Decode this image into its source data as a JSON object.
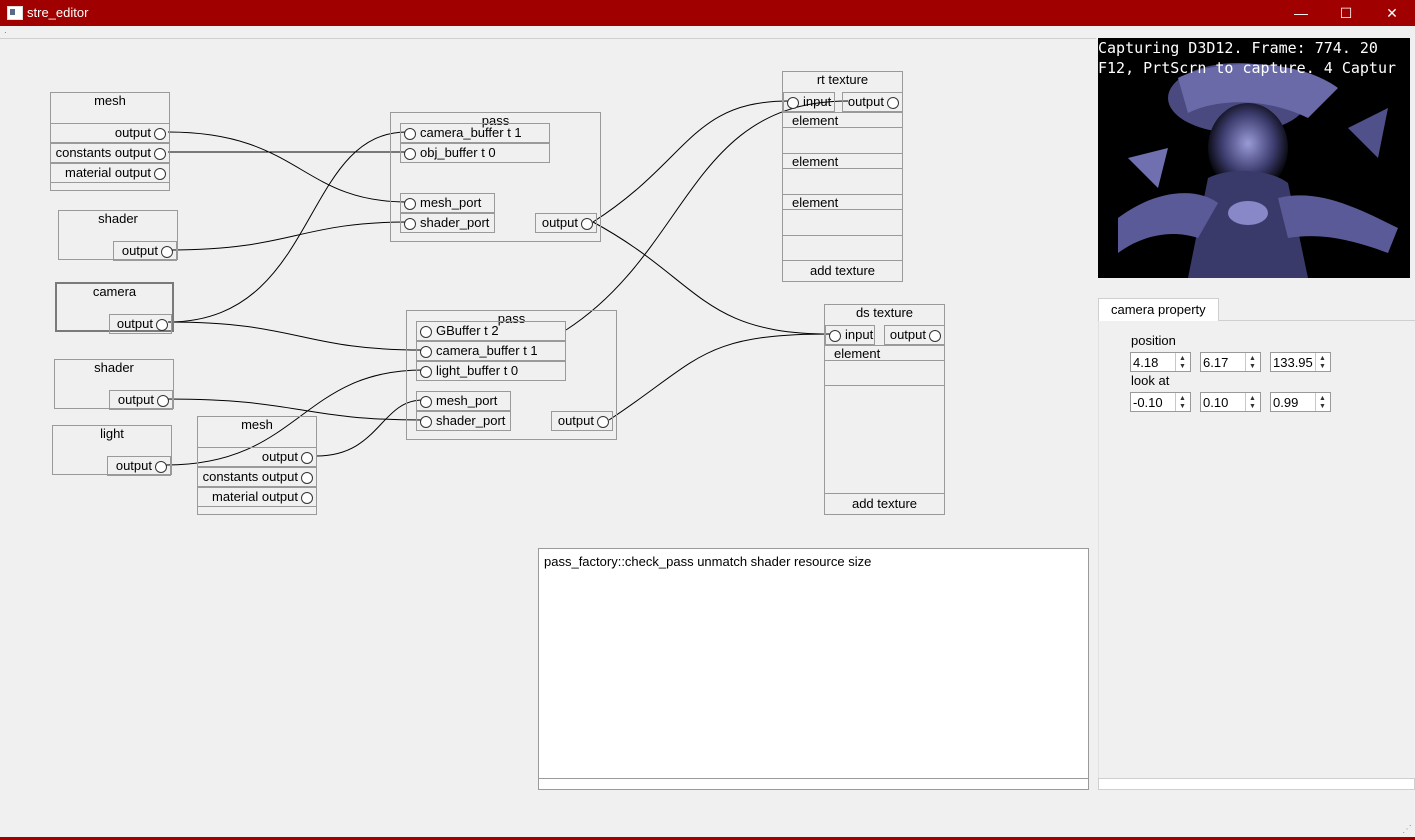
{
  "window": {
    "title": "stre_editor",
    "minimize": "—",
    "maximize": "☐",
    "close": "✕"
  },
  "nodes": {
    "mesh1": {
      "title": "mesh",
      "outputs": [
        "output",
        "constants output",
        "material output"
      ]
    },
    "shader1": {
      "title": "shader",
      "output": "output"
    },
    "camera": {
      "title": "camera",
      "output": "output"
    },
    "shader2": {
      "title": "shader",
      "output": "output"
    },
    "light": {
      "title": "light",
      "output": "output"
    },
    "mesh2": {
      "title": "mesh",
      "outputs": [
        "output",
        "constants output",
        "material output"
      ]
    },
    "pass1": {
      "title": "pass",
      "inputs": [
        "camera_buffer t 1",
        "obj_buffer t 0"
      ],
      "ports": [
        "mesh_port",
        "shader_port"
      ],
      "output": "output"
    },
    "pass2": {
      "title": "pass",
      "inputs": [
        "GBuffer t 2",
        "camera_buffer t 1",
        "light_buffer t 0"
      ],
      "ports": [
        "mesh_port",
        "shader_port"
      ],
      "output": "output"
    },
    "rt_texture": {
      "title": "rt texture",
      "input": "input",
      "output": "output",
      "elements": [
        "element",
        "element",
        "element"
      ],
      "add": "add texture"
    },
    "ds_texture": {
      "title": "ds texture",
      "input": "input",
      "output": "output",
      "elements": [
        "element"
      ],
      "add": "add texture"
    }
  },
  "preview": {
    "overlay_line1": "Capturing D3D12.   Frame: 774. 20",
    "overlay_line2": "F12, PrtScrn to capture. 4 Captur"
  },
  "property_panel": {
    "tab": "camera property",
    "position_label": "position",
    "position": [
      "4.18",
      "6.17",
      "133.95"
    ],
    "lookat_label": "look at",
    "lookat": [
      "-0.10",
      "0.10",
      "0.99"
    ]
  },
  "console": {
    "message": "pass_factory::check_pass unmatch shader resource size"
  }
}
